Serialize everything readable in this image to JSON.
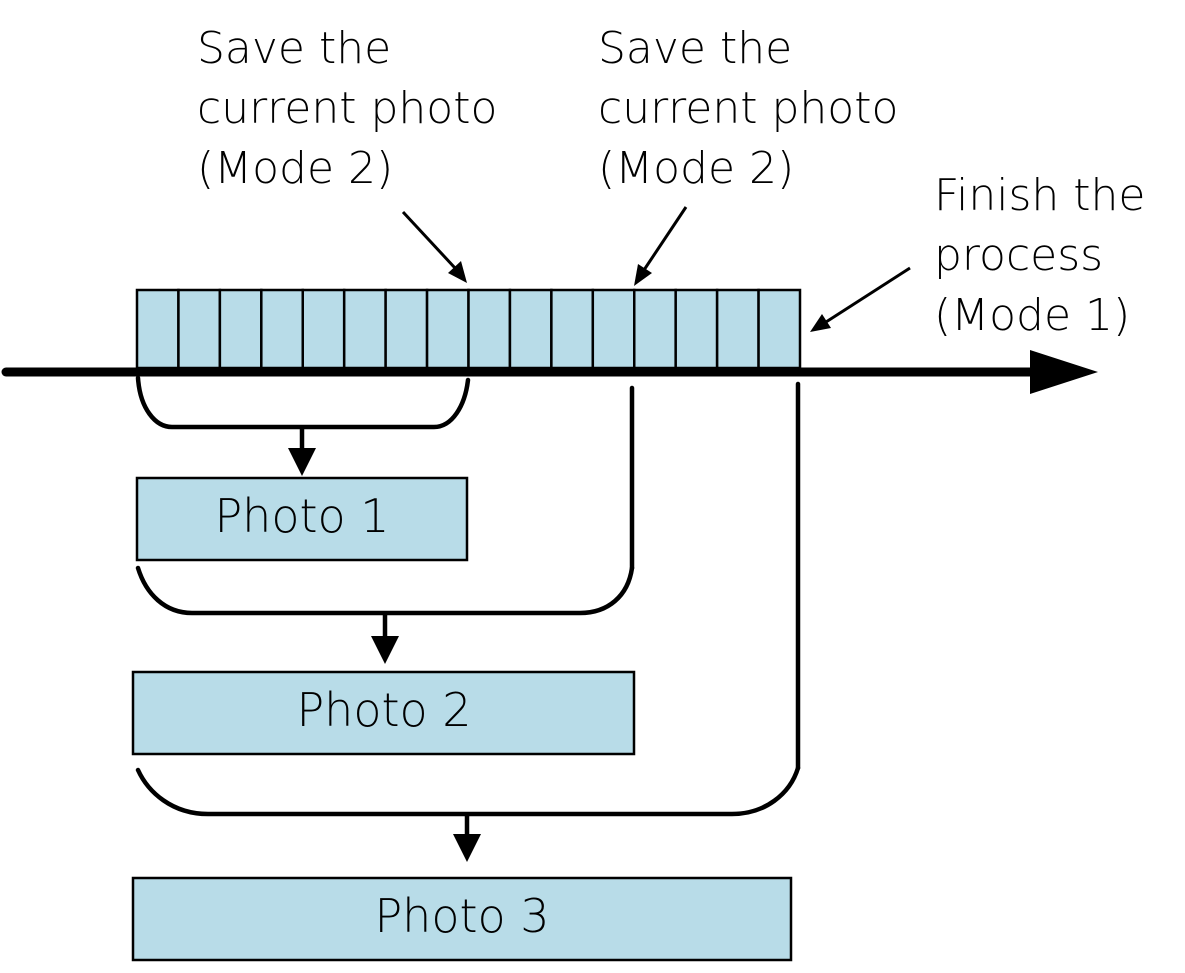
{
  "annotations": [
    {
      "lines": [
        "Save the",
        "current photo",
        "(Mode 2)"
      ]
    },
    {
      "lines": [
        "Save the",
        "current photo",
        "(Mode 2)"
      ]
    },
    {
      "lines": [
        "Finish the",
        "process",
        "(Mode 1)"
      ]
    }
  ],
  "frames": {
    "count": 16
  },
  "photos": [
    {
      "label": "Photo 1"
    },
    {
      "label": "Photo 2"
    },
    {
      "label": "Photo 3"
    }
  ],
  "colors": {
    "frame_fill": "#b8dce8",
    "photo_fill": "#b8dce8",
    "line": "#000000"
  }
}
